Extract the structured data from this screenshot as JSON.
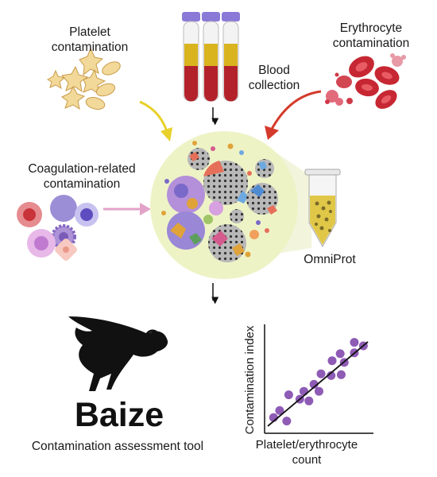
{
  "labels": {
    "platelet": [
      "Platelet",
      "contamination"
    ],
    "erythrocyte": [
      "Erythrocyte",
      "contamination"
    ],
    "blood": [
      "Blood",
      "collection"
    ],
    "coagulation": [
      "Coagulation-related",
      "contamination"
    ],
    "omniprot": "OmniProt",
    "baize": "Baize",
    "tool": "Contamination assessment tool"
  },
  "chart_data": {
    "type": "scatter",
    "xlabel_lines": [
      "Platelet/erythrocyte",
      "count"
    ],
    "ylabel": "Contamination index",
    "axis_ticks": "none",
    "trend_line": "linear",
    "point_color": "#8e5bb5",
    "points": [
      {
        "x": 0.05,
        "y": 0.08
      },
      {
        "x": 0.11,
        "y": 0.16
      },
      {
        "x": 0.18,
        "y": 0.04
      },
      {
        "x": 0.2,
        "y": 0.34
      },
      {
        "x": 0.31,
        "y": 0.29
      },
      {
        "x": 0.35,
        "y": 0.38
      },
      {
        "x": 0.4,
        "y": 0.27
      },
      {
        "x": 0.45,
        "y": 0.46
      },
      {
        "x": 0.5,
        "y": 0.38
      },
      {
        "x": 0.52,
        "y": 0.58
      },
      {
        "x": 0.62,
        "y": 0.56
      },
      {
        "x": 0.63,
        "y": 0.73
      },
      {
        "x": 0.71,
        "y": 0.81
      },
      {
        "x": 0.72,
        "y": 0.57
      },
      {
        "x": 0.75,
        "y": 0.71
      },
      {
        "x": 0.85,
        "y": 0.82
      },
      {
        "x": 0.85,
        "y": 0.94
      },
      {
        "x": 0.94,
        "y": 0.9
      }
    ]
  },
  "colors": {
    "arrow_platelet": "#e8d12a",
    "arrow_erythrocyte": "#d43a2b",
    "arrow_coag": "#e2a2c9",
    "circle_fill": "#eef3c6",
    "blood_red": "#b3222a",
    "plasma_yellow": "#d9b41f",
    "cap_purple": "#8a79d6",
    "point_purple": "#8e5bb5"
  },
  "icons": [
    "platelet-icon",
    "blood-tube-icon",
    "erythrocyte-icon",
    "coagulation-cells-icon",
    "protein-mix-icon",
    "omniprot-tube-icon",
    "baize-mascot-icon"
  ]
}
